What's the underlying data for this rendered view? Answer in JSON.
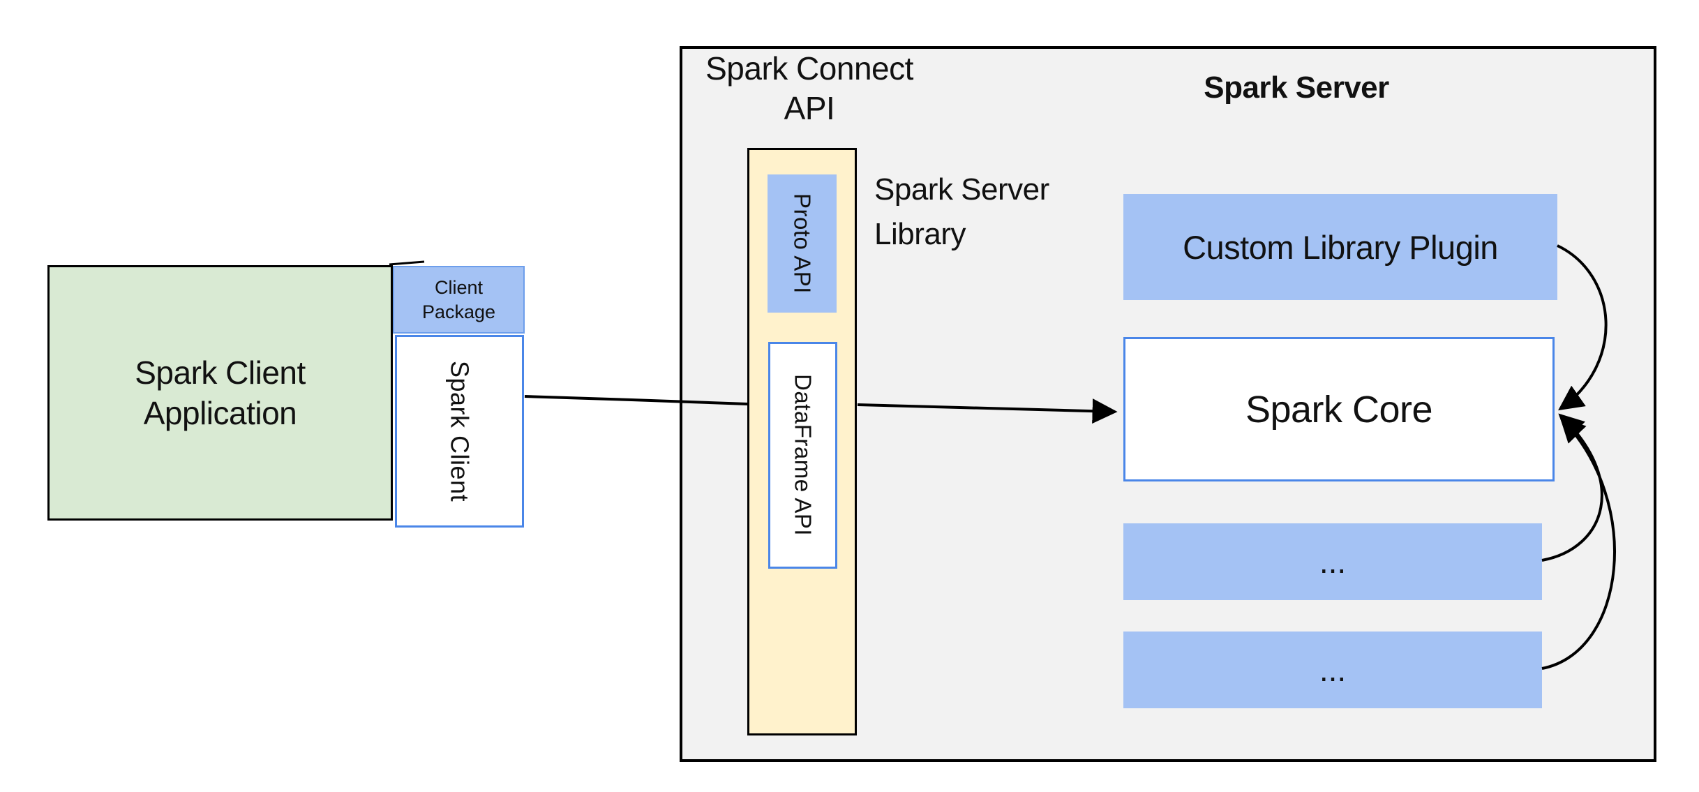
{
  "colors": {
    "background": "#ffffff",
    "client_app_fill": "#d9ead3",
    "accent_blue_fill": "#a4c2f4",
    "accent_blue_border": "#4a86e8",
    "library_yellow_fill": "#fff2cc",
    "server_gray_fill": "#f2f2f2",
    "line_black": "#000000"
  },
  "client_application": {
    "label_line1": "Spark Client",
    "label_line2": "Application"
  },
  "client_package": {
    "label_line1": "Client",
    "label_line2": "Package"
  },
  "spark_client": {
    "label": "Spark Client"
  },
  "spark_connect_api": {
    "title_line1": "Spark Connect",
    "title_line2": "API"
  },
  "spark_server_library": {
    "label_line1": "Spark Server",
    "label_line2": "Library"
  },
  "proto_api": {
    "label": "Proto API"
  },
  "dataframe_api": {
    "label": "DataFrame API"
  },
  "spark_server": {
    "title": "Spark Server"
  },
  "custom_library_plugin": {
    "label": "Custom Library Plugin"
  },
  "spark_core": {
    "label": "Spark Core"
  },
  "plugin_slots": [
    {
      "label": "..."
    },
    {
      "label": "..."
    }
  ]
}
